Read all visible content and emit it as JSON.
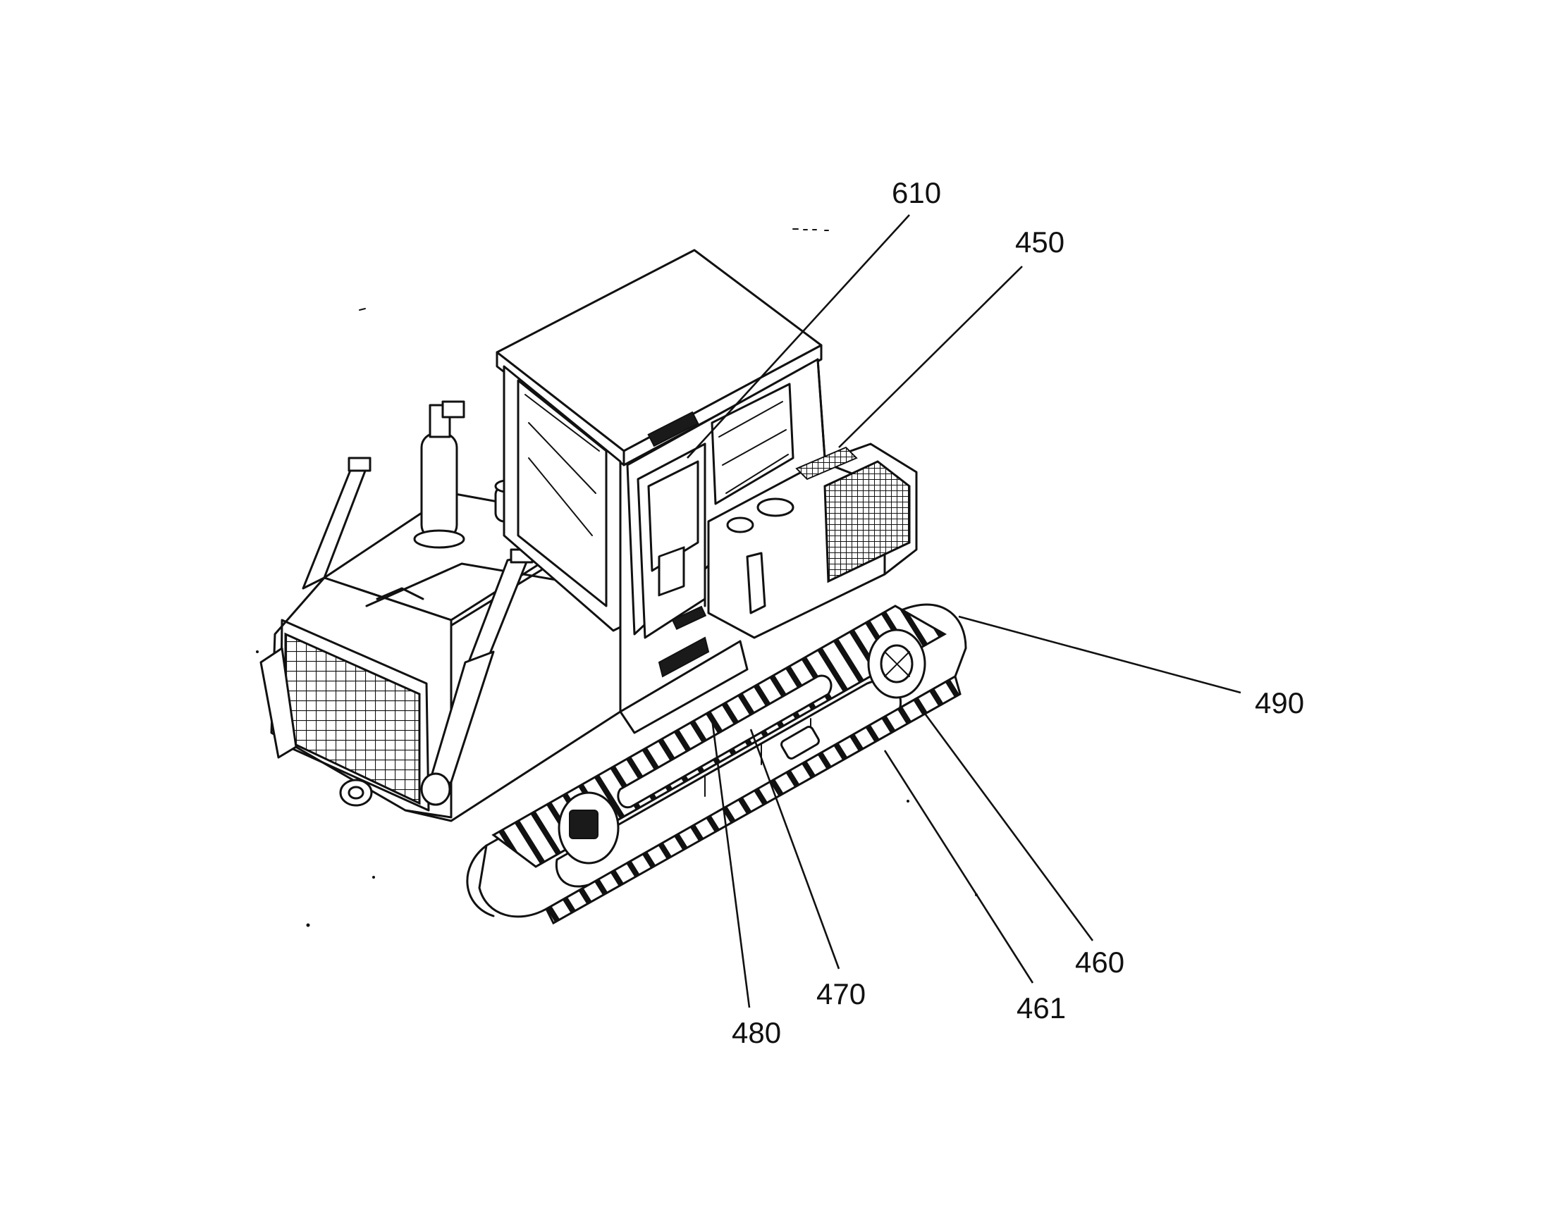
{
  "figure": {
    "subject": "crawler-bulldozer",
    "reference_numerals": [
      {
        "id": "ref-610",
        "text": "610"
      },
      {
        "id": "ref-450",
        "text": "450"
      },
      {
        "id": "ref-490",
        "text": "490"
      },
      {
        "id": "ref-460",
        "text": "460"
      },
      {
        "id": "ref-461",
        "text": "461"
      },
      {
        "id": "ref-470",
        "text": "470"
      },
      {
        "id": "ref-480",
        "text": "480"
      }
    ]
  }
}
